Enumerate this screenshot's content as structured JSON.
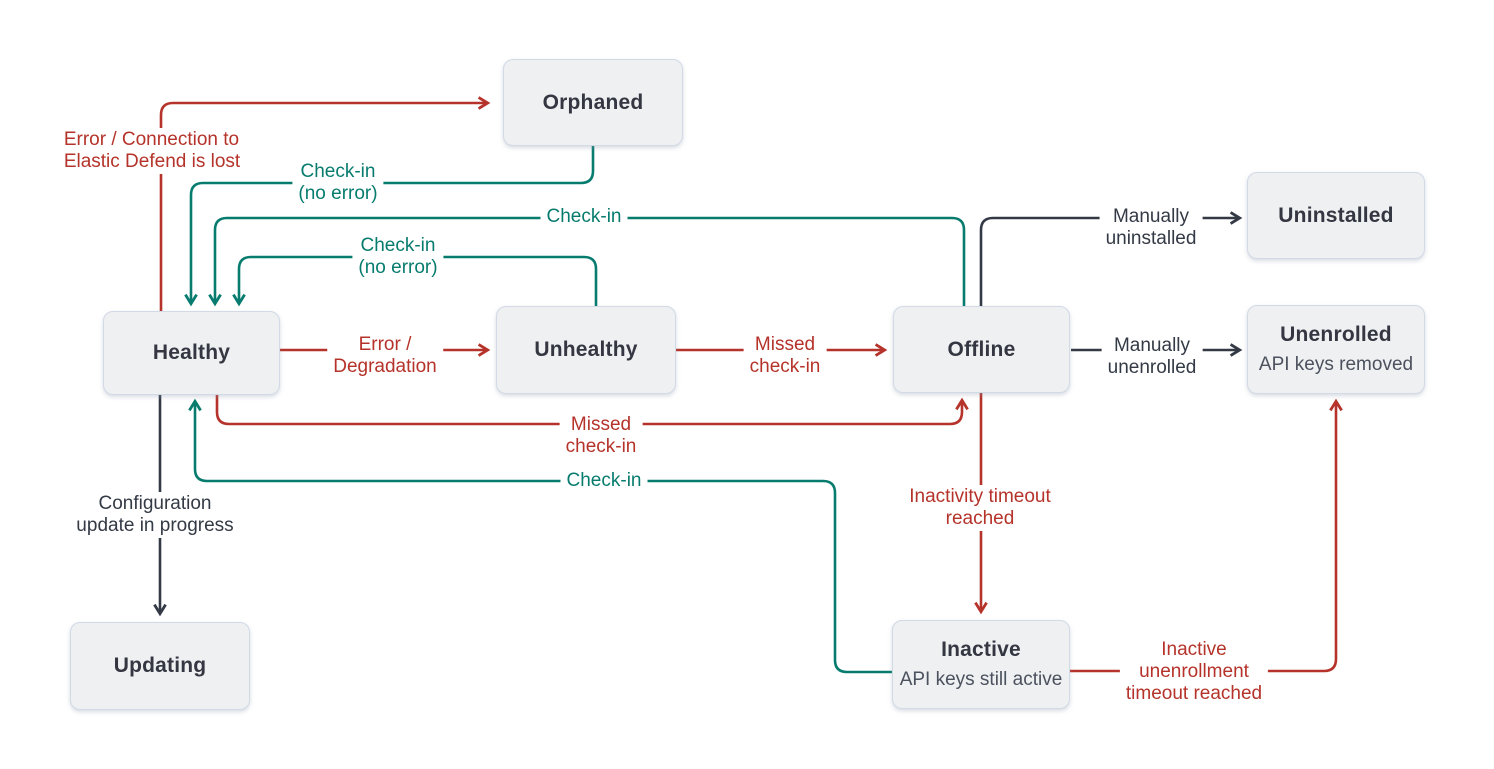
{
  "diagram": {
    "description": "Agent state transition diagram",
    "colors": {
      "error": "#b5332a",
      "success": "#077c6e",
      "neutral": "#333a45",
      "node_fill": "#eef0f2",
      "node_border": "#d2dae6",
      "node_title": "#343741",
      "node_subtitle": "#4c515e",
      "background": "#ffffff"
    },
    "nodes": [
      {
        "id": "orphaned",
        "title": "Orphaned",
        "subtitle": ""
      },
      {
        "id": "uninstalled",
        "title": "Uninstalled",
        "subtitle": ""
      },
      {
        "id": "healthy",
        "title": "Healthy",
        "subtitle": ""
      },
      {
        "id": "unhealthy",
        "title": "Unhealthy",
        "subtitle": ""
      },
      {
        "id": "offline",
        "title": "Offline",
        "subtitle": ""
      },
      {
        "id": "unenrolled",
        "title": "Unenrolled",
        "subtitle": "API keys removed"
      },
      {
        "id": "updating",
        "title": "Updating",
        "subtitle": ""
      },
      {
        "id": "inactive",
        "title": "Inactive",
        "subtitle": "API keys still active"
      }
    ],
    "edges": [
      {
        "from": "healthy",
        "to": "orphaned",
        "color": "error",
        "label": "Error / Connection to\nElastic Defend is lost"
      },
      {
        "from": "orphaned",
        "to": "healthy",
        "color": "success",
        "label": "Check-in\n(no error)"
      },
      {
        "from": "offline",
        "to": "healthy",
        "color": "success",
        "label": "Check-in"
      },
      {
        "from": "unhealthy",
        "to": "healthy",
        "color": "success",
        "label": "Check-in\n(no error)"
      },
      {
        "from": "healthy",
        "to": "unhealthy",
        "color": "error",
        "label": "Error /\nDegradation"
      },
      {
        "from": "unhealthy",
        "to": "offline",
        "color": "error",
        "label": "Missed\ncheck-in"
      },
      {
        "from": "offline",
        "to": "uninstalled",
        "color": "neutral",
        "label": "Manually\nuninstalled"
      },
      {
        "from": "offline",
        "to": "unenrolled",
        "color": "neutral",
        "label": "Manually\nunenrolled"
      },
      {
        "from": "healthy",
        "to": "offline",
        "color": "error",
        "label": "Missed\ncheck-in"
      },
      {
        "from": "inactive",
        "to": "healthy",
        "color": "success",
        "label": "Check-in"
      },
      {
        "from": "healthy",
        "to": "updating",
        "color": "neutral",
        "label": "Configuration\nupdate in progress"
      },
      {
        "from": "offline",
        "to": "inactive",
        "color": "error",
        "label": "Inactivity timeout\nreached"
      },
      {
        "from": "inactive",
        "to": "unenrolled",
        "color": "error",
        "label": "Inactive\nunenrollment\ntimeout reached"
      }
    ]
  }
}
